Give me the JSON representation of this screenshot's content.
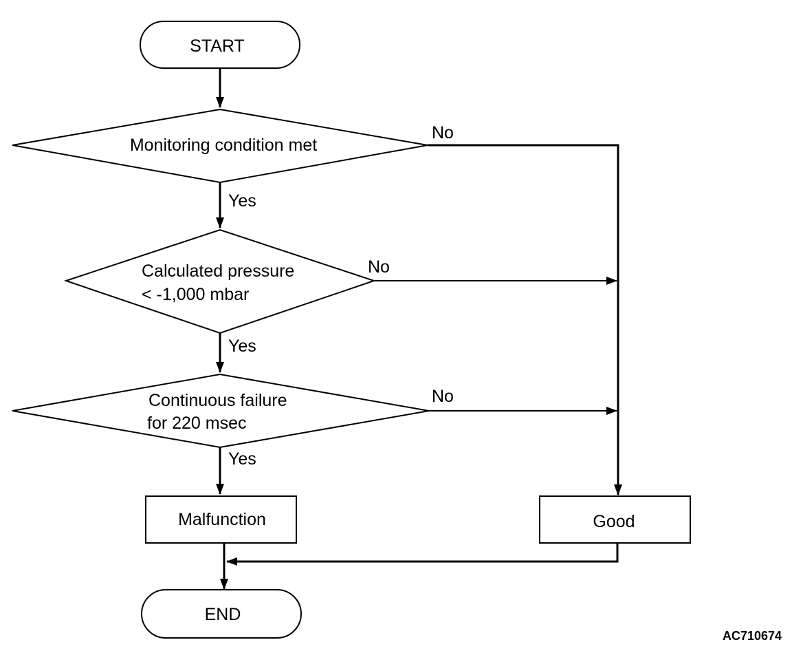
{
  "nodes": {
    "start": "START",
    "decision1": "Monitoring condition met",
    "decision2": [
      "Calculated pressure",
      "< -1,000 mbar"
    ],
    "decision3": [
      "Continuous failure",
      "for 220 msec"
    ],
    "malfunction": "Malfunction",
    "good": "Good",
    "end": "END"
  },
  "edges": {
    "d1_yes": "Yes",
    "d1_no": "No",
    "d2_yes": "Yes",
    "d2_no": "No",
    "d3_yes": "Yes",
    "d3_no": "No"
  },
  "figure_code": "AC710674"
}
